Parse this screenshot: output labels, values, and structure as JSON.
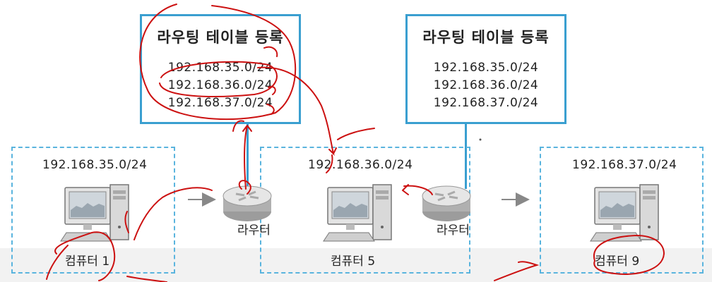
{
  "routing_tables": [
    {
      "title": "라우팅 테이블 등록",
      "entries": [
        "192.168.35.0/24",
        "192.168.36.0/24",
        "192.168.37.0/24"
      ]
    },
    {
      "title": "라우팅 테이블 등록",
      "entries": [
        "192.168.35.0/24",
        "192.168.36.0/24",
        "192.168.37.0/24"
      ]
    }
  ],
  "networks": [
    {
      "label": "192.168.35.0/24",
      "computer": "컴퓨터 1"
    },
    {
      "label": "192.168.36.0/24",
      "computer": "컴퓨터 5"
    },
    {
      "label": "192.168.37.0/24",
      "computer": "컴퓨터 9"
    }
  ],
  "routers": [
    {
      "label": "라우터"
    },
    {
      "label": "라우터"
    }
  ],
  "colors": {
    "box_border": "#3a9fd0",
    "dashed_border": "#5ab4de",
    "annotation": "#cc1111",
    "arrow": "#888888"
  }
}
